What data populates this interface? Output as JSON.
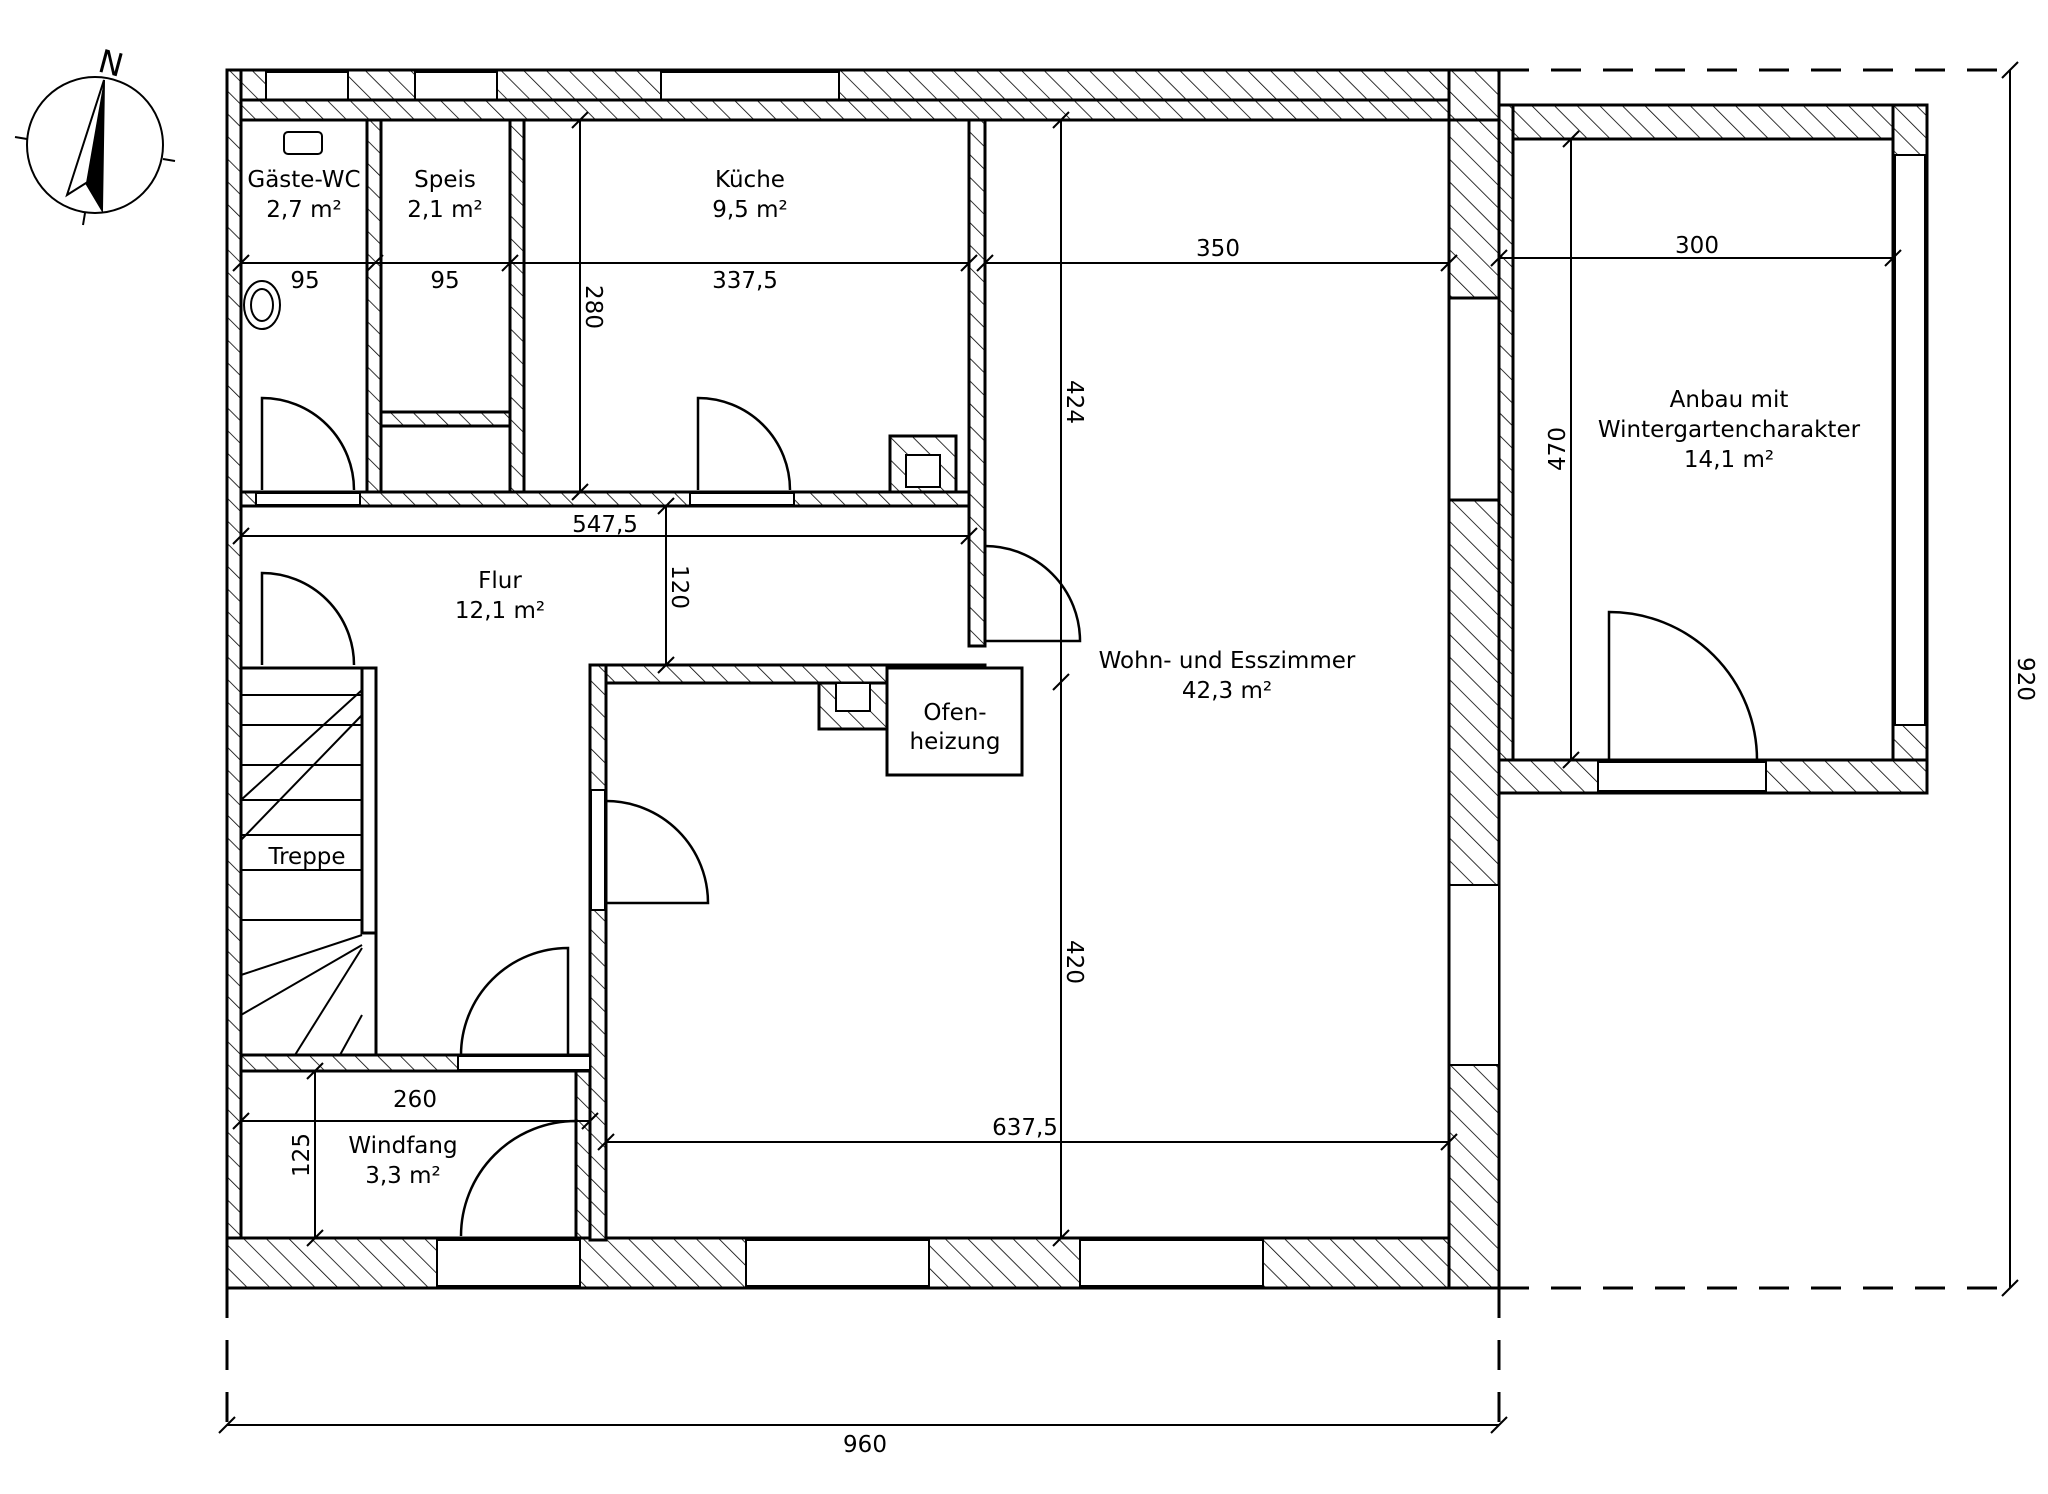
{
  "compass": {
    "north_label": "N"
  },
  "rooms": [
    {
      "id": "gaeste-wc",
      "name": "Gäste-WC",
      "area": "2,7 m²"
    },
    {
      "id": "speis",
      "name": "Speis",
      "area": "2,1 m²"
    },
    {
      "id": "kueche",
      "name": "Küche",
      "area": "9,5 m²"
    },
    {
      "id": "flur",
      "name": "Flur",
      "area": "12,1 m²"
    },
    {
      "id": "treppe",
      "name": "Treppe"
    },
    {
      "id": "windfang",
      "name": "Windfang",
      "area": "3,3 m²"
    },
    {
      "id": "wohnen",
      "name": "Wohn- und Esszimmer",
      "area": "42,3 m²"
    },
    {
      "id": "anbau",
      "name_line1": "Anbau mit",
      "name_line2": "Wintergartencharakter",
      "area": "14,1 m²"
    },
    {
      "id": "ofen",
      "name_line1": "Ofen-",
      "name_line2": "heizung"
    }
  ],
  "dimensions": {
    "wc_width": "95",
    "speis_width": "95",
    "kueche_width": "337,5",
    "kueche_depth": "280",
    "wohnen_width_top": "350",
    "anbau_width": "300",
    "wohnen_depth_top": "424",
    "anbau_depth": "470",
    "flur_width": "547,5",
    "flur_depth": "120",
    "windfang_width": "260",
    "windfang_depth": "125",
    "wohnen_depth_bottom": "420",
    "wohnen_width_bottom": "637,5",
    "total_width": "960",
    "total_depth": "920"
  }
}
